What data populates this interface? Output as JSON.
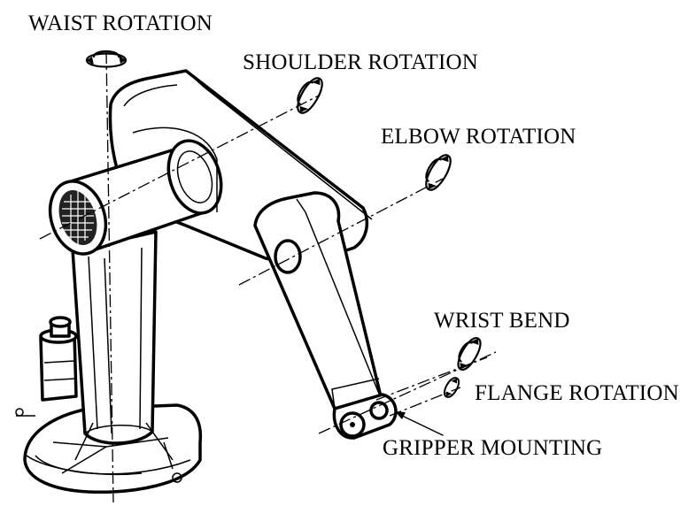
{
  "diagram": {
    "labels": {
      "waist_rotation": "WAIST ROTATION",
      "shoulder_rotation": "SHOULDER ROTATION",
      "elbow_rotation": "ELBOW ROTATION",
      "wrist_bend": "WRIST BEND",
      "flange_rotation": "FLANGE ROTATION",
      "gripper_mounting": "GRIPPER MOUNTING"
    },
    "colors": {
      "ink": "#000000",
      "background": "#ffffff"
    },
    "icons": [
      "rotation-arrow-icon"
    ]
  }
}
